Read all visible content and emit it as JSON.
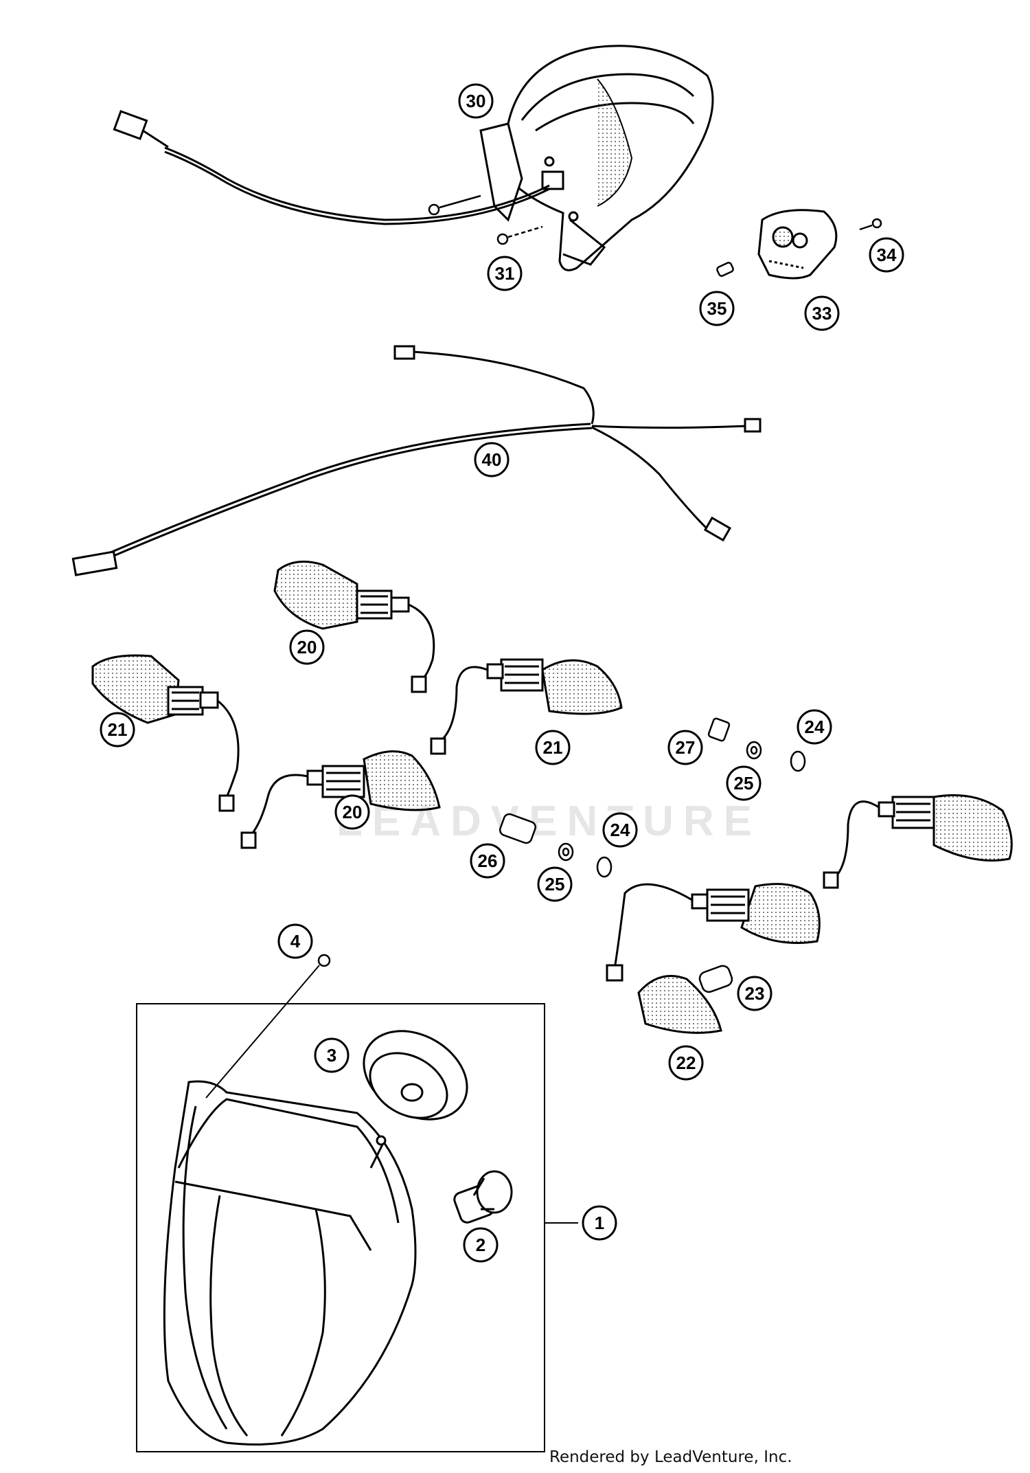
{
  "watermark": "LEADVENTURE",
  "credit": "Rendered by LeadVenture, Inc.",
  "callouts": [
    {
      "id": "c30",
      "label": "30"
    },
    {
      "id": "c31",
      "label": "31"
    },
    {
      "id": "c33",
      "label": "33"
    },
    {
      "id": "c34",
      "label": "34"
    },
    {
      "id": "c35",
      "label": "35"
    },
    {
      "id": "c40",
      "label": "40"
    },
    {
      "id": "c20a",
      "label": "20"
    },
    {
      "id": "c21a",
      "label": "21"
    },
    {
      "id": "c21b",
      "label": "21"
    },
    {
      "id": "c20b",
      "label": "20"
    },
    {
      "id": "c27",
      "label": "27"
    },
    {
      "id": "c24a",
      "label": "24"
    },
    {
      "id": "c25a",
      "label": "25"
    },
    {
      "id": "c26",
      "label": "26"
    },
    {
      "id": "c24b",
      "label": "24"
    },
    {
      "id": "c25b",
      "label": "25"
    },
    {
      "id": "c4",
      "label": "4"
    },
    {
      "id": "c3",
      "label": "3"
    },
    {
      "id": "c23",
      "label": "23"
    },
    {
      "id": "c22",
      "label": "22"
    },
    {
      "id": "c1",
      "label": "1"
    },
    {
      "id": "c2",
      "label": "2"
    }
  ]
}
